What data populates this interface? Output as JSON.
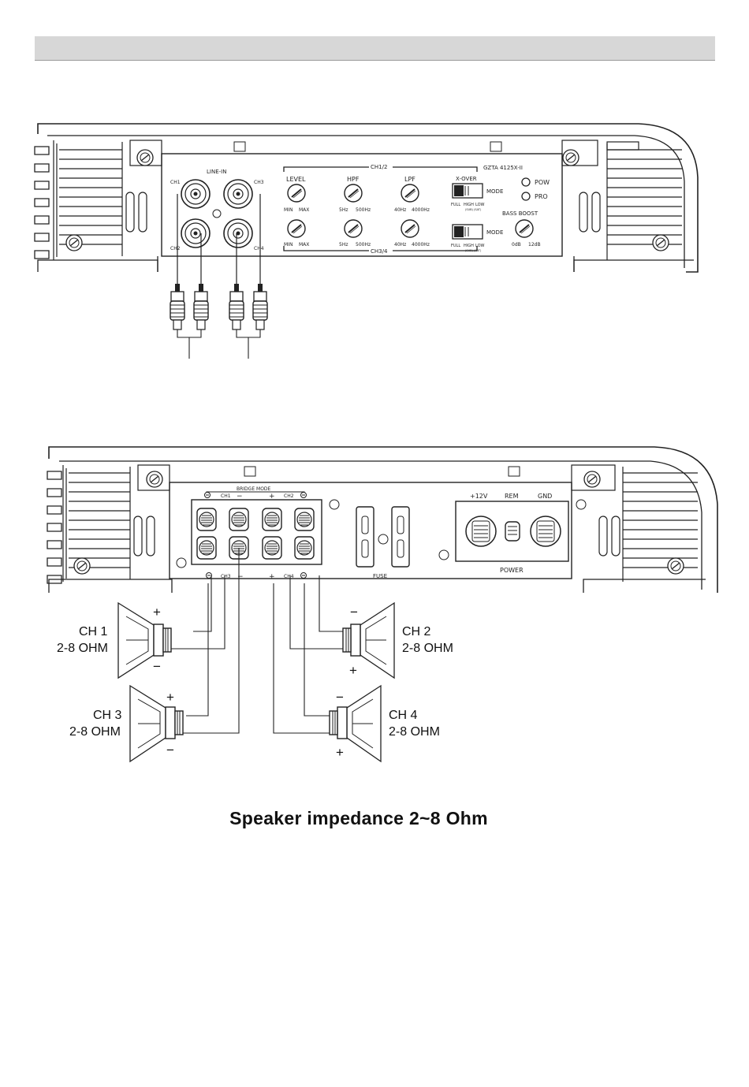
{
  "top_panel": {
    "line_in": "LINE-IN",
    "ch1": "CH1",
    "ch2": "CH2",
    "ch3": "CH3",
    "ch4": "CH4",
    "ch12": "CH1/2",
    "ch34": "CH3/4",
    "model": "GZTA 4125X-II",
    "level": "LEVEL",
    "hpf": "HPF",
    "lpf": "LPF",
    "min": "MIN",
    "max": "MAX",
    "hpf_lo": "5Hz",
    "hpf_hi": "500Hz",
    "lpf_lo": "40Hz",
    "lpf_hi": "4000Hz",
    "xover": "X-OVER",
    "mode": "MODE",
    "full": "FULL",
    "high": "HIGH",
    "low": "LOW",
    "sub_note": "(SUB) (SAT)",
    "pow": "POW",
    "pro": "PRO",
    "bass_boost": "BASS BOOST",
    "bb_lo": "0dB",
    "bb_hi": "12dB"
  },
  "bottom_panel": {
    "bridge_mode": "BRIDGE MODE",
    "ch1": "CH1",
    "ch2": "CH2",
    "ch3": "CH3",
    "ch4": "CH4",
    "plus": "+",
    "minus": "−",
    "fuse": "FUSE",
    "v12": "+12V",
    "rem": "REM",
    "gnd": "GND",
    "power": "POWER"
  },
  "speakers": [
    {
      "name": "CH 1",
      "impedance": "2-8 OHM",
      "top_sign": "+",
      "bottom_sign": "−"
    },
    {
      "name": "CH 2",
      "impedance": "2-8 OHM",
      "top_sign": "−",
      "bottom_sign": "+"
    },
    {
      "name": "CH 3",
      "impedance": "2-8 OHM",
      "top_sign": "+",
      "bottom_sign": "−"
    },
    {
      "name": "CH 4",
      "impedance": "2-8 OHM",
      "top_sign": "−",
      "bottom_sign": "+"
    }
  ],
  "caption": "Speaker impedance 2~8 Ohm"
}
